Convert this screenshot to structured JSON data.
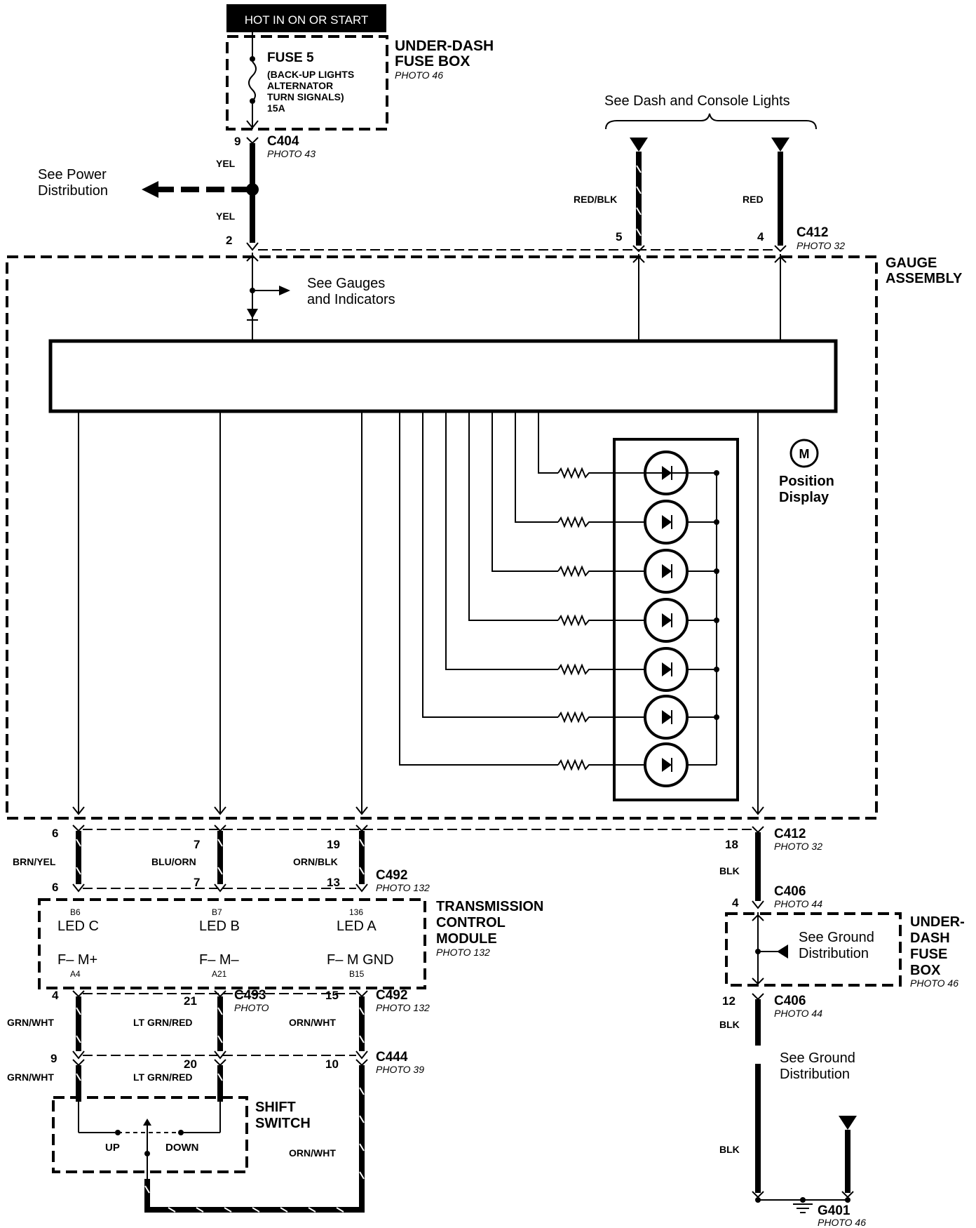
{
  "header": {
    "hot_label": "HOT IN ON OR START"
  },
  "fuse_box_top": {
    "title_1": "UNDER-DASH",
    "title_2": "FUSE BOX",
    "photo": "PHOTO 46",
    "fuse_name": "FUSE 5",
    "fuse_desc_1": "(BACK-UP LIGHTS",
    "fuse_desc_2": "ALTERNATOR",
    "fuse_desc_3": "TURN SIGNALS)",
    "fuse_rating": "15A"
  },
  "c404": {
    "name": "C404",
    "photo": "PHOTO 43",
    "pin_top": "9",
    "pin_bottom": "2",
    "wire_top": "YEL",
    "wire_bottom": "YEL"
  },
  "power_dist": {
    "line1": "See Power",
    "line2": "Distribution"
  },
  "dash_lights": {
    "label": "See Dash and Console Lights",
    "wire_left": "RED/BLK",
    "wire_right": "RED",
    "pin_left": "5",
    "pin_right": "4"
  },
  "c412_top": {
    "name": "C412",
    "photo": "PHOTO 32"
  },
  "gauge_assembly": {
    "title_1": "GAUGE",
    "title_2": "ASSEMBLY",
    "gauges_1": "See Gauges",
    "gauges_2": "and Indicators"
  },
  "position_display": {
    "motor": "M",
    "line1": "Position",
    "line2": "Display"
  },
  "lower_connectors": {
    "pin_6_top": "6",
    "pin_7_top": "7",
    "pin_19_top": "19",
    "pin_6_bot": "6",
    "pin_7_bot": "7",
    "pin_13_bot": "13",
    "wire_1": "BRN/YEL",
    "wire_2": "BLU/ORN",
    "wire_3": "ORN/BLK",
    "c492_name": "C492",
    "c492_photo": "PHOTO 132"
  },
  "c412_bottom": {
    "name": "C412",
    "photo": "PHOTO 32",
    "pin": "18",
    "wire": "BLK"
  },
  "c406_a": {
    "name": "C406",
    "photo": "PHOTO 44",
    "pin": "4"
  },
  "tcm": {
    "title_1": "TRANSMISSION",
    "title_2": "CONTROL",
    "title_3": "MODULE",
    "photo": "PHOTO 132",
    "term_b6": "B6",
    "led_c": "LED C",
    "term_b7": "B7",
    "led_b": "LED B",
    "term_136": "136",
    "led_a": "LED A",
    "fm_plus": "F– M+",
    "term_a4": "A4",
    "fm_minus": "F– M–",
    "term_a21": "A21",
    "fm_gnd": "F– M GND",
    "term_b15": "B15"
  },
  "fuse_box_right": {
    "title_1": "UNDER-",
    "title_2": "DASH",
    "title_3": "FUSE",
    "title_4": "BOX",
    "photo": "PHOTO 46",
    "ground_1": "See Ground",
    "ground_2": "Distribution"
  },
  "c493": {
    "name": "C493",
    "photo": "PHOTO",
    "pin_4": "4",
    "pin_21": "21",
    "wire_1": "GRN/WHT",
    "wire_2": "LT GRN/RED"
  },
  "c492_b": {
    "name": "C492",
    "photo": "PHOTO 132",
    "pin": "15",
    "wire": "ORN/WHT"
  },
  "c444": {
    "name": "C444",
    "photo": "PHOTO 39",
    "pin_9": "9",
    "pin_20": "20",
    "pin_10": "10",
    "wire_1": "GRN/WHT",
    "wire_2": "LT GRN/RED"
  },
  "shift_switch": {
    "title_1": "SHIFT",
    "title_2": "SWITCH",
    "up": "UP",
    "down": "DOWN",
    "wire": "ORN/WHT"
  },
  "c406_b": {
    "name": "C406",
    "photo": "PHOTO 44",
    "pin": "12",
    "wire": "BLK"
  },
  "ground_dist_bottom": {
    "line1": "See Ground",
    "line2": "Distribution",
    "wire": "BLK"
  },
  "g401": {
    "name": "G401",
    "photo": "PHOTO 46"
  }
}
